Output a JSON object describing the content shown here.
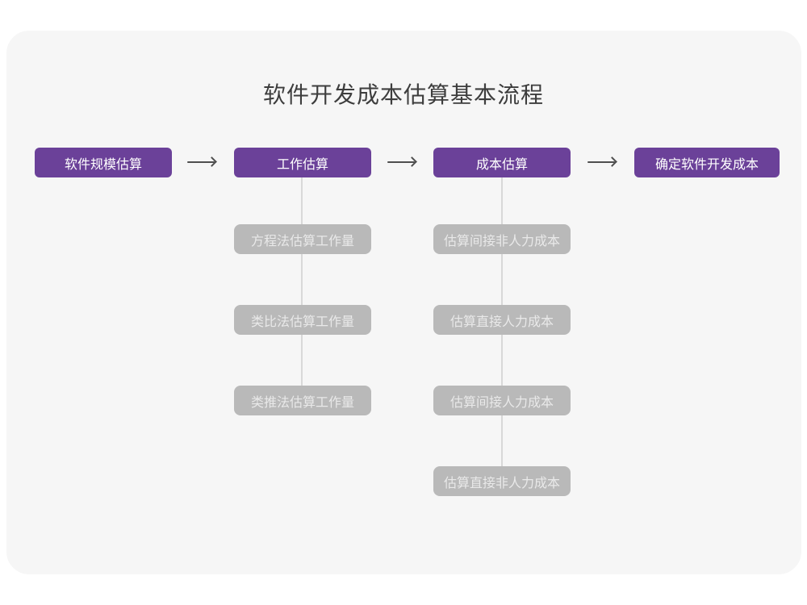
{
  "page": {
    "title": "软件开发成本估算基本流程"
  },
  "colors": {
    "card_background": "#f6f6f6",
    "stage_purple": "#6b4199",
    "stage_text": "#ffffff",
    "sub_gray": "#b9b9b9",
    "sub_text": "#e9e9e9",
    "connector_line": "#d8d8d8",
    "arrow": "#4f4f4f",
    "title_text": "#3d3d3d"
  },
  "icons": {
    "arrow_right": "⟶"
  },
  "flow": {
    "stages": [
      {
        "label": "软件规模估算"
      },
      {
        "label": "工作估算",
        "children": [
          "方程法估算工作量",
          "类比法估算工作量",
          "类推法估算工作量"
        ]
      },
      {
        "label": "成本估算",
        "children": [
          "估算间接非人力成本",
          "估算直接人力成本",
          "估算间接人力成本",
          "估算直接非人力成本"
        ]
      },
      {
        "label": "确定软件开发成本"
      }
    ]
  }
}
